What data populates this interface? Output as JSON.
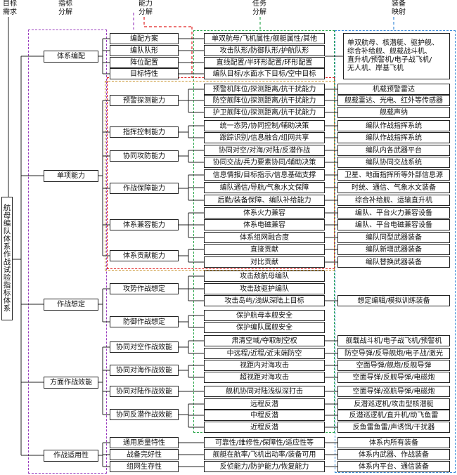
{
  "headers": {
    "col1": [
      "目标",
      "需求"
    ],
    "col2": [
      "指标",
      "分解"
    ],
    "col3": [
      "能力",
      "分解"
    ],
    "col4": [
      "任务",
      "分解"
    ],
    "col5": [
      "装备",
      "映射"
    ]
  },
  "root": "航母编队体系作战试验指标体系",
  "categories": [
    "体系编配",
    "单项能力",
    "作战想定",
    "方面作战效能",
    "作战适用性"
  ],
  "capabilities": [
    "编配方案",
    "编队队形",
    "阵位配置",
    "目标特性",
    "预警探测能力",
    "指挥控制能力",
    "协同攻防能力",
    "作战保障能力",
    "体系兼容能力",
    "体系贡献能力",
    "攻势作战想定",
    "防御作战想定",
    "协同对空作战效能",
    "协同对海作战效能",
    "协同对陆作战效能",
    "协同反潜作战效能",
    "通用质量特性",
    "战备完好性",
    "组网生存性"
  ],
  "tasks": [
    "单双航母/飞机属性/舰艇属性/其他",
    "攻击队形/防御队形/护航队形",
    "直线配置/半环形配置/环形配置",
    "编队目标/水面水下目标/空中目标",
    "预警机阵位/探测距离/抗干扰能力",
    "防空舰阵位/探测距离/抗干扰能力",
    "护卫舰阵位/探测距离/抗干扰能力",
    "统一态势/协同控制/辅助决策",
    "跟踪识别/信息融合/组网共享",
    "协同对空/对海/对陆/反潜作战",
    "协同交战/兵力要素协同/辅助决策",
    "信息情报/目标指示/信息基础支撑",
    "编队通信/导航/气象水文保障",
    "后勤/装备保障、编队补给能力",
    "体系火力兼容",
    "体系电磁兼容",
    "体系组网融合度",
    "直接贡献",
    "对比贡献",
    "攻击敌航母编队",
    "攻击敌驱护编队",
    "攻击岛屿/浅纵深陆上目标",
    "保护航母本舰安全",
    "保护编队属舰安全",
    "肃清空域/夺取制空权",
    "中远程/近程/近末端防空",
    "视距内对海攻击",
    "超视距对海攻击",
    "舰机协同对陆浅纵深打击",
    "远程反潜",
    "中程反潜",
    "近程反潜",
    "可靠性/维修性/保障性/适应性等",
    "舰艇在航率/飞机出动率/装备可用",
    "反侦能力/防护能力/恢复能力"
  ],
  "equipment": {
    "group_top": [
      "单双航母、核潜艇、驱护舰、",
      "综合补给舰、舰载战斗机、",
      "直升机/预警机/电子战飞机/",
      "无人机、岸基飞机"
    ],
    "items": [
      "机载预警雷达",
      "舰载雷达、光电、红外等传感器",
      "舰载声纳",
      "编队作战指挥系统",
      "编队作战指挥系统",
      "编队内各武器平台",
      "编队协同交战系统",
      "卫星、地面指挥所等外部信息源",
      "时统、通信、气象水文装备",
      "综合补给舰、运输直升机",
      "编队、平台火力兼容设备",
      "编队、平台电磁兼容设备",
      "编队同型武器装备",
      "编队新增武器装备",
      "编队替换武器装备",
      "想定编辑/模拟训练装备",
      "舰载战斗机/电子战飞机/预警机",
      "防空导弹/反导舰炮/电子战/激光",
      "空面导弹/舰炮/反舰导弹",
      "空面导弹/反舰导弹/电磁炮",
      "空面导弹/巡航导弹/电磁炮",
      "反潜巡逻机/攻击型核潜艇",
      "反潜巡逻机/直升机/助飞鱼雷",
      "反鱼雷鱼雷/声诱饵/干扰器",
      "体系内所有装备",
      "体系内武器、作战装备",
      "体系内平台、通信装备"
    ]
  },
  "colors": {
    "purple": "#9b3fbf",
    "red": "#e02020",
    "green": "#2fa84f",
    "blue": "#3a8ad8",
    "orange": "#c8922a"
  }
}
